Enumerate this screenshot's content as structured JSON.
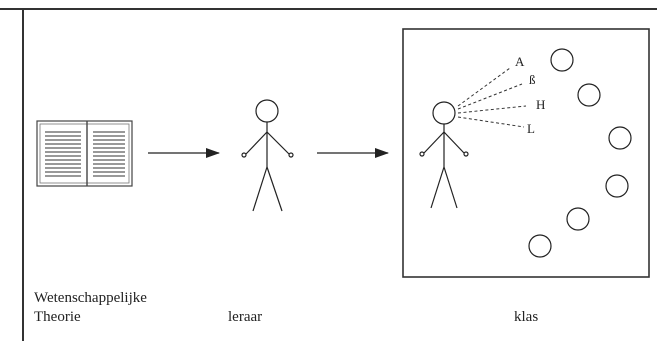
{
  "labels": {
    "theory_line1": "Wetenschappelijke",
    "theory_line2": "Theorie",
    "teacher": "leraar",
    "class": "klas"
  },
  "channel_labels": [
    "A",
    "ß",
    "H",
    "L"
  ],
  "student_count": 6
}
